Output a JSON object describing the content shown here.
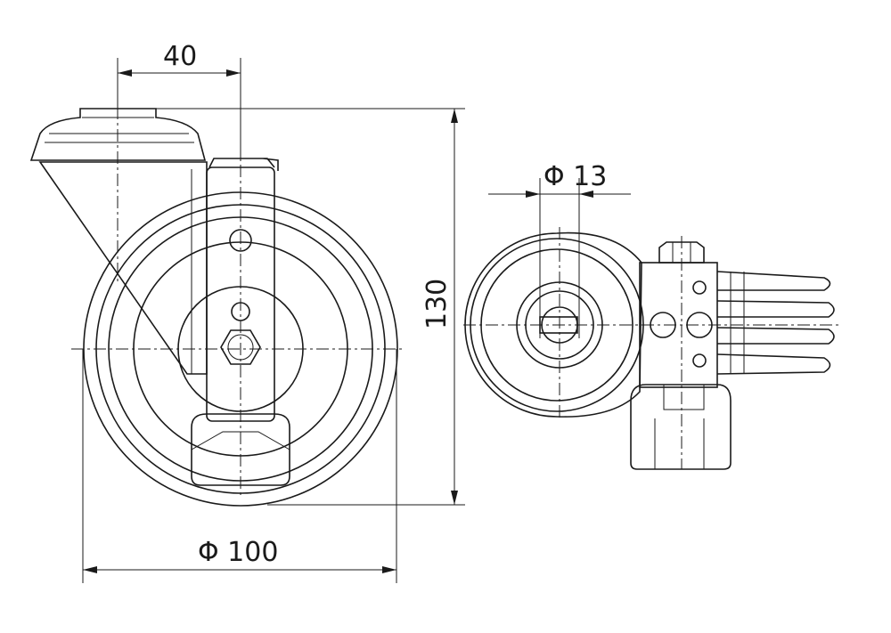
{
  "drawing": {
    "title": "Swivel castor technical drawing",
    "dimensions": {
      "offset": "40",
      "bore_diameter": "Φ 13",
      "height": "130",
      "wheel_diameter": "Φ 100"
    },
    "colors": {
      "line": "#1a1a1a",
      "background": "#ffffff"
    }
  }
}
